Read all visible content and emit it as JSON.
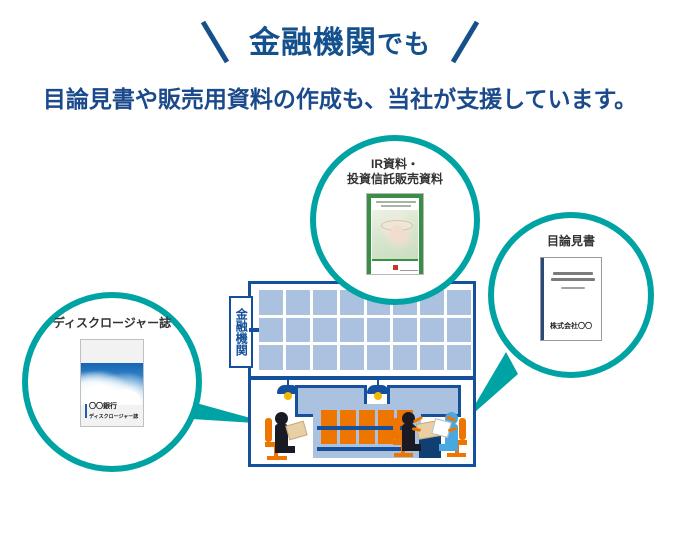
{
  "header": {
    "title_main": "金融機関",
    "title_suffix": "でも",
    "subtitle": "目論見書や販売用資料の作成も、当社が支援しています。",
    "left_slash_icon": "slash-left-icon",
    "right_slash_icon": "slash-right-icon"
  },
  "colors": {
    "title_blue": "#14508c",
    "subtitle_blue": "#1b4a8c",
    "circle_teal": "#00a3a3",
    "building_navy": "#14509b",
    "window_blue": "#aac2e0",
    "accent_orange": "#ee7600",
    "lamp_yellow": "#f5b800",
    "desk_navy": "#103f73",
    "person_light_blue": "#4aa8e0"
  },
  "building": {
    "sign_label": "金融機関",
    "window_rows": 3,
    "window_cols": 8,
    "shelf_rows": 2,
    "shelf_cols": 5,
    "lamp_count": 2,
    "panel_count": 2
  },
  "callouts": [
    {
      "id": "disclosure",
      "title": "ディスクロージャー誌",
      "doc": {
        "type": "magazine-cover",
        "line1": "〇〇銀行",
        "line2": "ディスクロージャー誌",
        "image": "blue-sky-clouds"
      }
    },
    {
      "id": "ir",
      "title_line1": "IR資料・",
      "title_line2": "投資信託販売資料",
      "doc": {
        "type": "brochure-cover",
        "image": "woman-with-hat-garden",
        "frame_color": "#3a8f46"
      }
    },
    {
      "id": "prospectus",
      "title": "目論見書",
      "doc": {
        "type": "document-cover",
        "footer": "株式会社〇〇",
        "body_text": "blurred-heading-lines"
      }
    }
  ],
  "people": [
    {
      "id": "customer-left",
      "color": "dark-navy",
      "holding": "document"
    },
    {
      "id": "staff-center-right",
      "color": "dark-navy",
      "holding": "document"
    },
    {
      "id": "customer-right",
      "color": "light-blue",
      "holding": "document"
    }
  ]
}
